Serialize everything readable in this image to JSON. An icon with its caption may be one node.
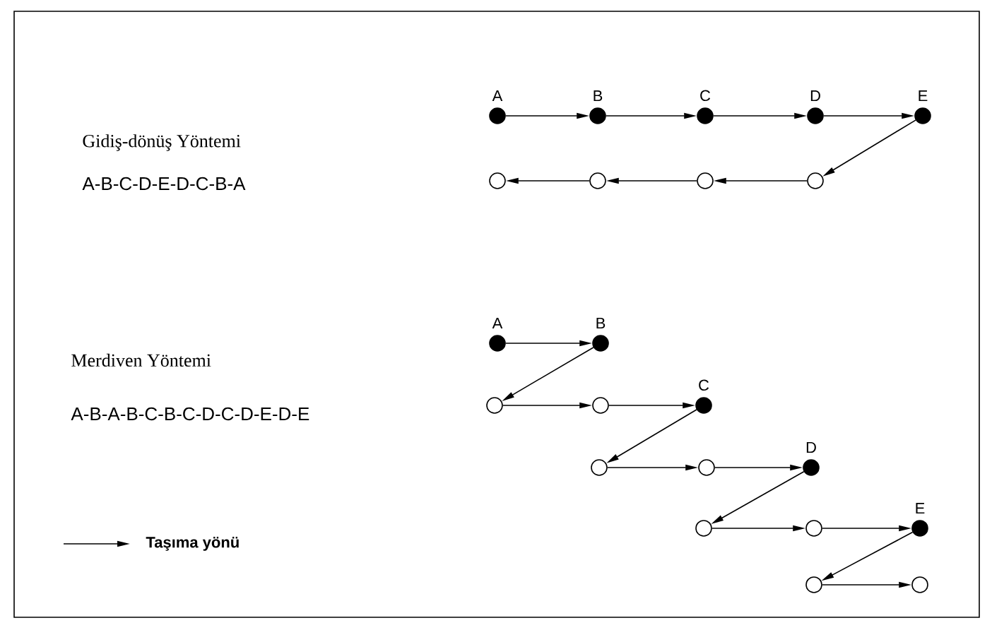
{
  "diagram": {
    "nodes": [
      {
        "text": [],
        "shape": "dot",
        "beside": [
          "A"
        ]
      },
      {
        "text": [],
        "shape": "dot",
        "beside": [
          "B"
        ]
      },
      {
        "text": [],
        "shape": "dot",
        "beside": [
          "C"
        ]
      },
      {
        "text": [],
        "shape": "dot",
        "beside": [
          "D"
        ]
      },
      {
        "text": [],
        "shape": "dot",
        "beside": [
          "E"
        ]
      },
      {
        "text": [],
        "shape": "circle"
      },
      {
        "text": [],
        "shape": "circle"
      },
      {
        "text": [],
        "shape": "circle"
      },
      {
        "text": [],
        "shape": "circle"
      },
      {
        "text": [],
        "shape": "dot",
        "beside": [
          "A"
        ]
      },
      {
        "text": [],
        "shape": "dot",
        "beside": [
          "B"
        ]
      },
      {
        "text": [],
        "shape": "circle"
      },
      {
        "text": [],
        "shape": "circle"
      },
      {
        "text": [],
        "shape": "dot",
        "beside": [
          "C"
        ]
      },
      {
        "text": [],
        "shape": "circle"
      },
      {
        "text": [],
        "shape": "circle"
      },
      {
        "text": [],
        "shape": "dot",
        "beside": [
          "D"
        ]
      },
      {
        "text": [],
        "shape": "circle"
      },
      {
        "text": [],
        "shape": "circle"
      },
      {
        "text": [],
        "shape": "dot",
        "beside": [
          "E"
        ]
      },
      {
        "text": [],
        "shape": "circle"
      },
      {
        "text": [],
        "shape": "circle"
      }
    ],
    "edges": [
      {
        "from": 0,
        "to": 1,
        "arrow": "to"
      },
      {
        "from": 1,
        "to": 2,
        "arrow": "to"
      },
      {
        "from": 2,
        "to": 3,
        "arrow": "to"
      },
      {
        "from": 3,
        "to": 4,
        "arrow": "to"
      },
      {
        "from": 4,
        "to": 8,
        "arrow": "to"
      },
      {
        "from": 8,
        "to": 7,
        "arrow": "to"
      },
      {
        "from": 7,
        "to": 6,
        "arrow": "to"
      },
      {
        "from": 6,
        "to": 5,
        "arrow": "to"
      },
      {
        "from": 9,
        "to": 10,
        "arrow": "to"
      },
      {
        "from": 10,
        "to": 11,
        "arrow": "to"
      },
      {
        "from": 11,
        "to": 12,
        "arrow": "to"
      },
      {
        "from": 12,
        "to": 13,
        "arrow": "to"
      },
      {
        "from": 13,
        "to": 14,
        "arrow": "to"
      },
      {
        "from": 14,
        "to": 15,
        "arrow": "to"
      },
      {
        "from": 15,
        "to": 16,
        "arrow": "to"
      },
      {
        "from": 16,
        "to": 17,
        "arrow": "to"
      },
      {
        "from": 17,
        "to": 18,
        "arrow": "to"
      },
      {
        "from": 18,
        "to": 19,
        "arrow": "to"
      },
      {
        "from": 19,
        "to": 20,
        "arrow": "to"
      },
      {
        "from": 20,
        "to": 21,
        "arrow": "to"
      }
    ],
    "labels": [
      "Gidiş-dönüş Yöntemi",
      "A-B-C-D-E-D-C-B-A",
      "Merdiven Yöntemi",
      "A-B-A-B-C-B-C-D-C-D-E-D-E"
    ],
    "legend": [
      {
        "text": "Taşıma yönü"
      }
    ]
  }
}
